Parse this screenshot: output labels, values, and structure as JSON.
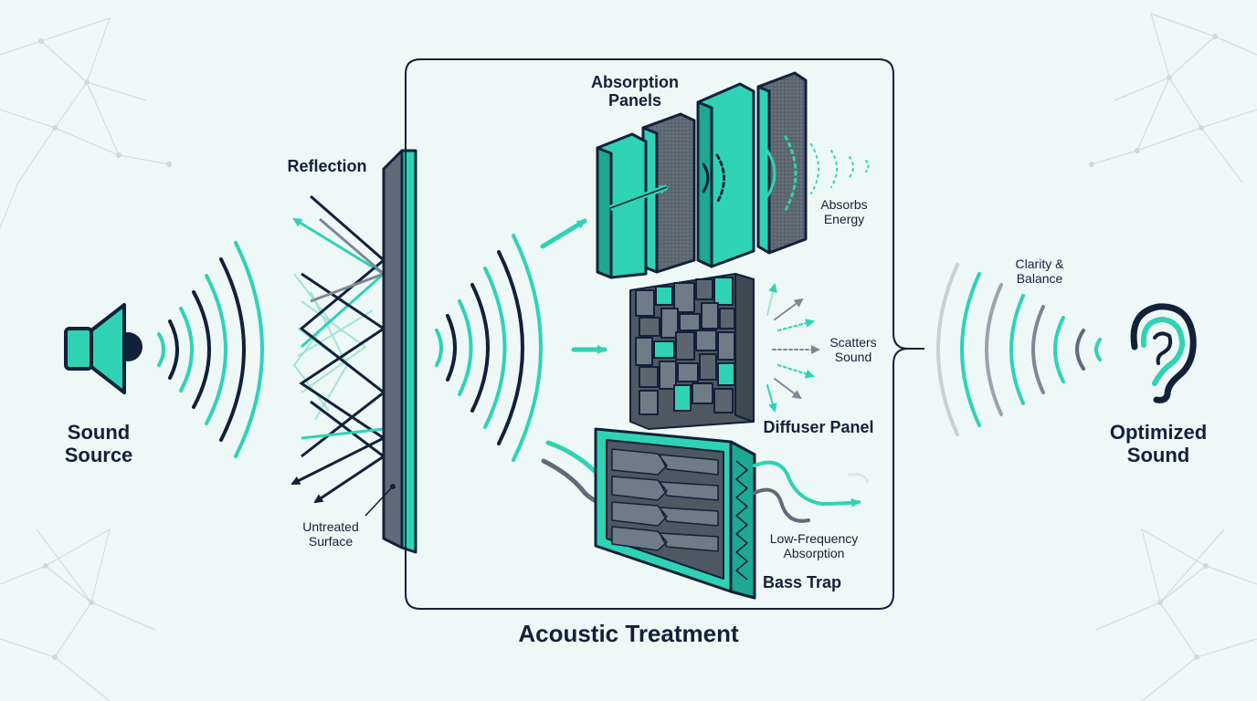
{
  "labels": {
    "sound_source": "Sound\nSource",
    "reflection": "Reflection",
    "untreated_surface": "Untreated\nSurface",
    "absorption_panels": "Absorption\nPanels",
    "absorbs_energy": "Absorbs\nEnergy",
    "scatters_sound": "Scatters\nSound",
    "diffuser_panel": "Diffuser Panel",
    "low_frequency_absorption": "Low-Frequency\nAbsorption",
    "bass_trap": "Bass Trap",
    "acoustic_treatment": "Acoustic Treatment",
    "clarity_balance": "Clarity &\nBalance",
    "optimized_sound": "Optimized\nSound"
  },
  "icons": {
    "source": "speaker-icon",
    "listener": "ear-icon"
  },
  "colors": {
    "background": "#eef8f6",
    "teal": "#2fd3b4",
    "navy": "#12213a",
    "slate": "#5f6b78",
    "pale": "#9fe6d6"
  }
}
